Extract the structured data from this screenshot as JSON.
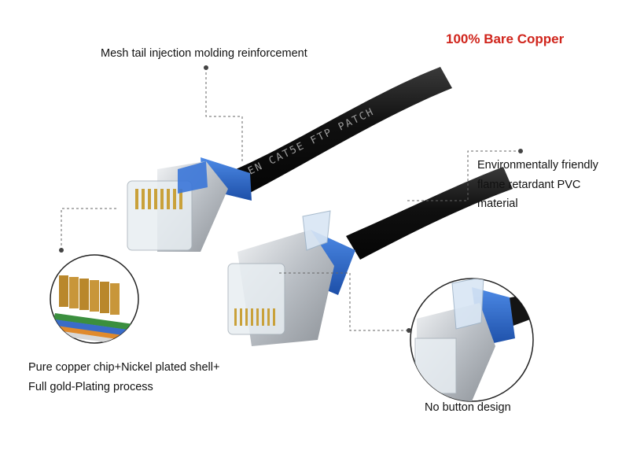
{
  "headline": "100% Bare Copper",
  "callouts": {
    "mesh_tail": "Mesh tail injection molding reinforcement",
    "pvc_line1": "Environmentally friendly",
    "pvc_line2": "flame retardant PVC",
    "pvc_line3": "material",
    "chip_line1": "Pure copper chip+Nickel plated shell+",
    "chip_line2": "Full gold-Plating process",
    "no_button": "No button design"
  },
  "cable_print": "EN CAT5E FTP PATCH",
  "colors": {
    "cable": "#141414",
    "boot": "#2f6fd0",
    "shell": "#c9cdd2",
    "headline": "#d0251c",
    "leader": "#666666",
    "dot": "#444444"
  }
}
